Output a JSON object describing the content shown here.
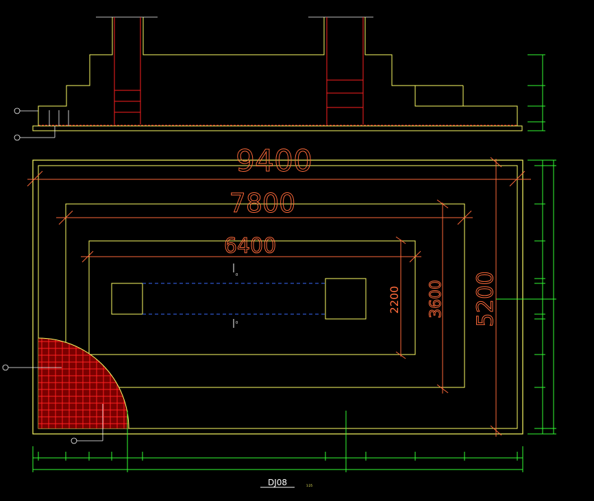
{
  "drawing": {
    "title": "DJ08",
    "scale_label": "1:25"
  },
  "dimensions": {
    "outer_width": "9400",
    "mid_width": "7800",
    "inner_width": "6400",
    "inner_height": "2200",
    "mid_height": "3600",
    "outer_height": "5200"
  },
  "colors": {
    "yellow": "#ffff66",
    "orange": "#ff6a3a",
    "red": "#ff2020",
    "green": "#33ff33",
    "blue": "#3a6dff",
    "white": "#ffffff"
  }
}
